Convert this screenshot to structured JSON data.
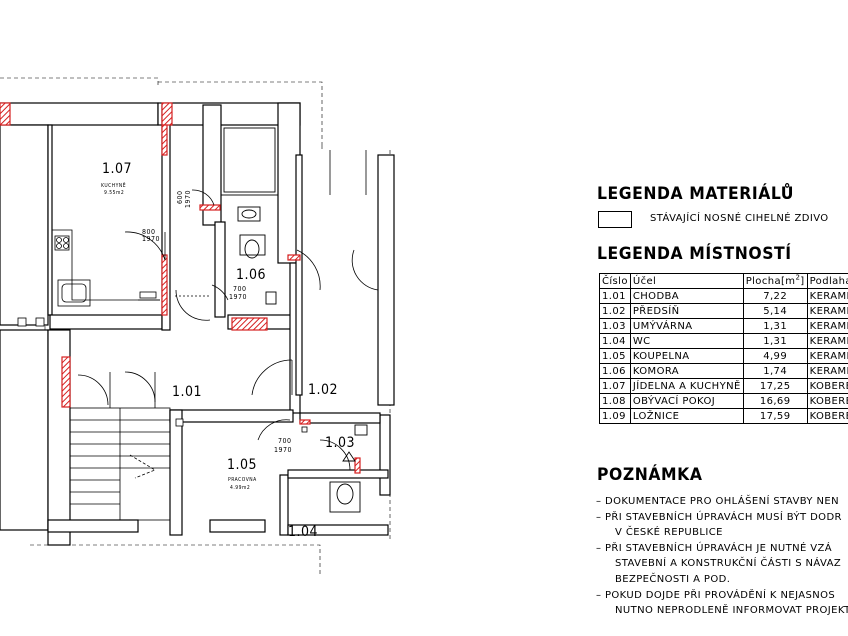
{
  "rooms": [
    {
      "id": "1.01"
    },
    {
      "id": "1.02"
    },
    {
      "id": "1.03"
    },
    {
      "id": "1.04"
    },
    {
      "id": "1.05",
      "name": "PRACOVNA",
      "area": "4.99m2"
    },
    {
      "id": "1.06"
    },
    {
      "id": "1.07",
      "name": "KUCHYNĚ",
      "area": "9.55m2"
    }
  ],
  "doors": [
    {
      "w": "800",
      "h": "1970"
    },
    {
      "w": "600",
      "h": "1970"
    },
    {
      "w": "700",
      "h": "1970"
    },
    {
      "w": "700",
      "h": "1970"
    }
  ],
  "legend_materials": {
    "title": "LEGENDA MATERIÁLŮ",
    "item": "STÁVAJÍCÍ NOSNÉ CIHELNÉ ZDIVO"
  },
  "legend_rooms": {
    "title": "LEGENDA MÍSTNOSTÍ",
    "headers": [
      "Číslo",
      "Účel",
      "Plocha[m",
      "Podlaha"
    ],
    "sup": "2",
    "rows": [
      [
        "1.01",
        "CHODBA",
        "7,22",
        "KERAMI"
      ],
      [
        "1.02",
        "PŘEDSÍŇ",
        "5,14",
        "KERAMI"
      ],
      [
        "1.03",
        "UMÝVÁRNA",
        "1,31",
        "KERAMI"
      ],
      [
        "1.04",
        "WC",
        "1,31",
        "KERAMI"
      ],
      [
        "1.05",
        "KOUPELNA",
        "4,99",
        "KERAMI"
      ],
      [
        "1.06",
        "KOMORA",
        "1,74",
        "KERAMI"
      ],
      [
        "1.07",
        "JÍDELNA A KUCHYNĚ",
        "17,25",
        "KOBERE"
      ],
      [
        "1.08",
        "OBÝVACÍ POKOJ",
        "16,69",
        "KOBERE"
      ],
      [
        "1.09",
        "LOŽNICE",
        "17,59",
        "KOBERE"
      ]
    ]
  },
  "notes": {
    "title": "POZNÁMKA",
    "lines": [
      "– DOKUMENTACE PRO OHLÁŠENÍ STAVBY NEN",
      "– PŘI STAVEBNÍCH ÚPRAVÁCH MUSÍ BÝT DODR",
      "V ČESKÉ REPUBLICE",
      "– PŘI STAVEBNÍCH ÚPRAVÁCH JE NUTNÉ VZÁ",
      "STAVEBNÍ A KONSTRUKČNÍ ČÁSTI S NÁVAZ",
      "BEZPEČNOSTI A POD.",
      "– POKUD DOJDE PŘI PROVÁDĚNÍ K NEJASNOS",
      "NUTNO NEPRODLENĚ INFORMOVAT PROJEKT"
    ]
  },
  "colors": {
    "wall": "#000000",
    "hatch_red": "#d62020",
    "bg": "#ffffff"
  }
}
